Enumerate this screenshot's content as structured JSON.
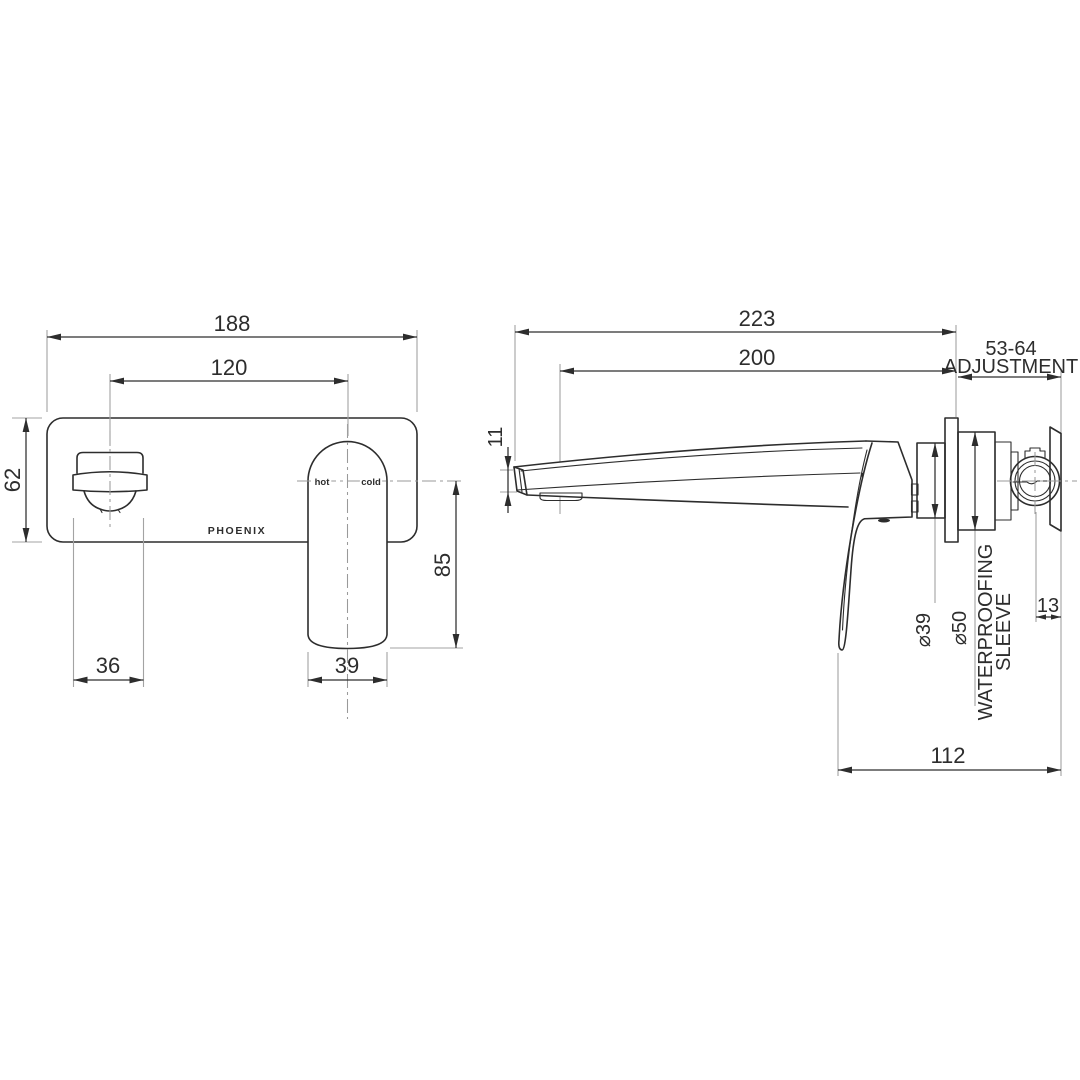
{
  "drawing": {
    "brand": "PHOENIX",
    "front_view": {
      "plate_width": "188",
      "outlet_to_handle_centres": "120",
      "plate_height": "62",
      "outlet_width": "36",
      "handle_width": "39",
      "handle_length": "85",
      "hot_label": "hot",
      "cold_label": "cold"
    },
    "side_view": {
      "overall_projection": "223",
      "spout_projection": "200",
      "adjustment_range": "53-64",
      "adjustment_label": "ADJUSTMENT",
      "spout_tip_height": "11",
      "body_diameter": "⌀39",
      "sleeve_diameter": "⌀50",
      "sleeve_label_line1": "WATERPROOFING",
      "sleeve_label_line2": "SLEEVE",
      "cartridge_offset": "13",
      "handle_projection": "112"
    }
  }
}
